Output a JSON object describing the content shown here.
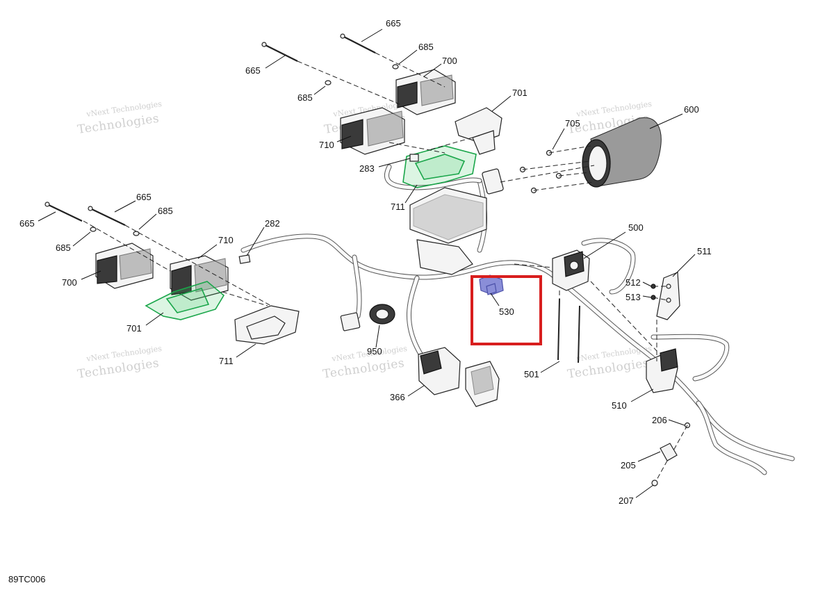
{
  "document": {
    "code": "89TC006",
    "watermark_brand": "vNext",
    "watermark_text": "Technologies",
    "watermark_full": "vNext Technologies",
    "highlight_color": "#d81e1e",
    "highlight_part": "530"
  },
  "callouts": [
    {
      "id": "c-665-top",
      "label": "665"
    },
    {
      "id": "c-685-top",
      "label": "685"
    },
    {
      "id": "c-700-top",
      "label": "700"
    },
    {
      "id": "c-665-midtop",
      "label": "665"
    },
    {
      "id": "c-685-midtop",
      "label": "685"
    },
    {
      "id": "c-701-top",
      "label": "701"
    },
    {
      "id": "c-710-top",
      "label": "710"
    },
    {
      "id": "c-283",
      "label": "283"
    },
    {
      "id": "c-711-top",
      "label": "711"
    },
    {
      "id": "c-705",
      "label": "705"
    },
    {
      "id": "c-600",
      "label": "600"
    },
    {
      "id": "c-665-left",
      "label": "665"
    },
    {
      "id": "c-685-left",
      "label": "685"
    },
    {
      "id": "c-665-left2",
      "label": "665"
    },
    {
      "id": "c-685-left2",
      "label": "685"
    },
    {
      "id": "c-710-left",
      "label": "710"
    },
    {
      "id": "c-282",
      "label": "282"
    },
    {
      "id": "c-700-left",
      "label": "700"
    },
    {
      "id": "c-701-left",
      "label": "701"
    },
    {
      "id": "c-711-left",
      "label": "711"
    },
    {
      "id": "c-500",
      "label": "500"
    },
    {
      "id": "c-511",
      "label": "511"
    },
    {
      "id": "c-512",
      "label": "512"
    },
    {
      "id": "c-513",
      "label": "513"
    },
    {
      "id": "c-530",
      "label": "530"
    },
    {
      "id": "c-950",
      "label": "950"
    },
    {
      "id": "c-501",
      "label": "501"
    },
    {
      "id": "c-510",
      "label": "510"
    },
    {
      "id": "c-366",
      "label": "366"
    },
    {
      "id": "c-206",
      "label": "206"
    },
    {
      "id": "c-205",
      "label": "205"
    },
    {
      "id": "c-207",
      "label": "207"
    }
  ]
}
